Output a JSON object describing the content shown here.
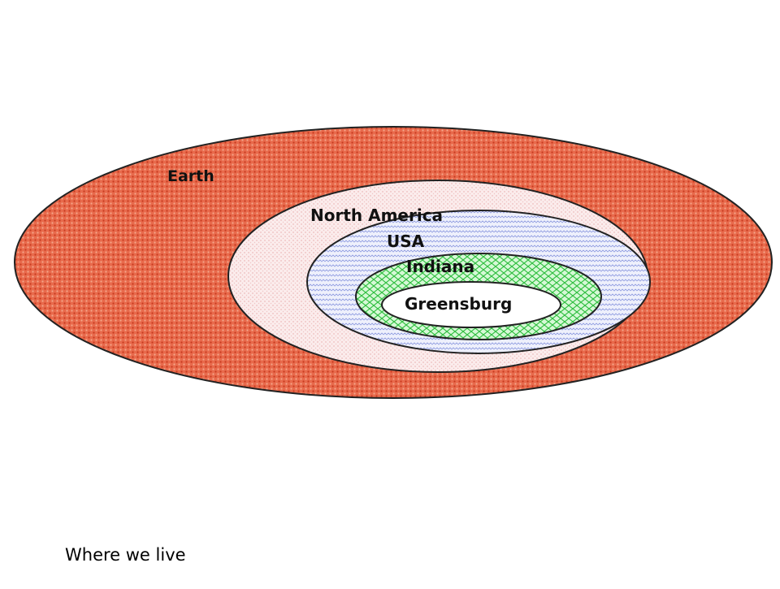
{
  "diagram": {
    "rings": [
      {
        "id": "earth",
        "label": "Earth",
        "fill": "#e86a4c",
        "dot": "#c93a1e",
        "pattern": "dots"
      },
      {
        "id": "north-america",
        "label": "North America",
        "fill": "#fbe6e6",
        "dot": "#e6a6a6",
        "pattern": "fine"
      },
      {
        "id": "usa",
        "label": "USA",
        "fill": "#e4e8fb",
        "dot": "#8e9be0",
        "pattern": "waves"
      },
      {
        "id": "indiana",
        "label": "Indiana",
        "fill": "#c6f5c6",
        "dot": "#2fbf3f",
        "pattern": "lattice"
      },
      {
        "id": "greensburg",
        "label": "Greensburg",
        "fill": "#ffffff",
        "dot": "#ffffff",
        "pattern": "none"
      }
    ]
  },
  "caption": "Where we live"
}
